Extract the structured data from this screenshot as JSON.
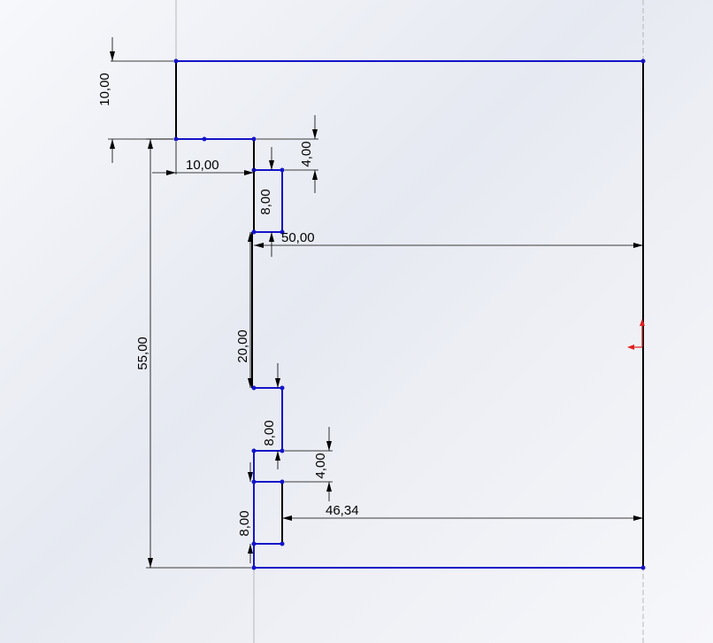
{
  "dimensions": {
    "top_height": "10,00",
    "left_offset": "10,00",
    "upper_step": "4,00",
    "upper_slot": "8,00",
    "main_width": "50,00",
    "overall_height": "55,00",
    "middle_gap": "20,00",
    "lower_slot": "8,00",
    "lower_step": "4,00",
    "lower_width": "46,34",
    "bottom_slot": "8,00"
  },
  "colors": {
    "sketch_line": "#1414c8",
    "fixed_line": "#000000",
    "origin_marker": "#e02020",
    "centerline": "#a9a9a9"
  },
  "icons": {
    "origin": "origin-icon"
  }
}
